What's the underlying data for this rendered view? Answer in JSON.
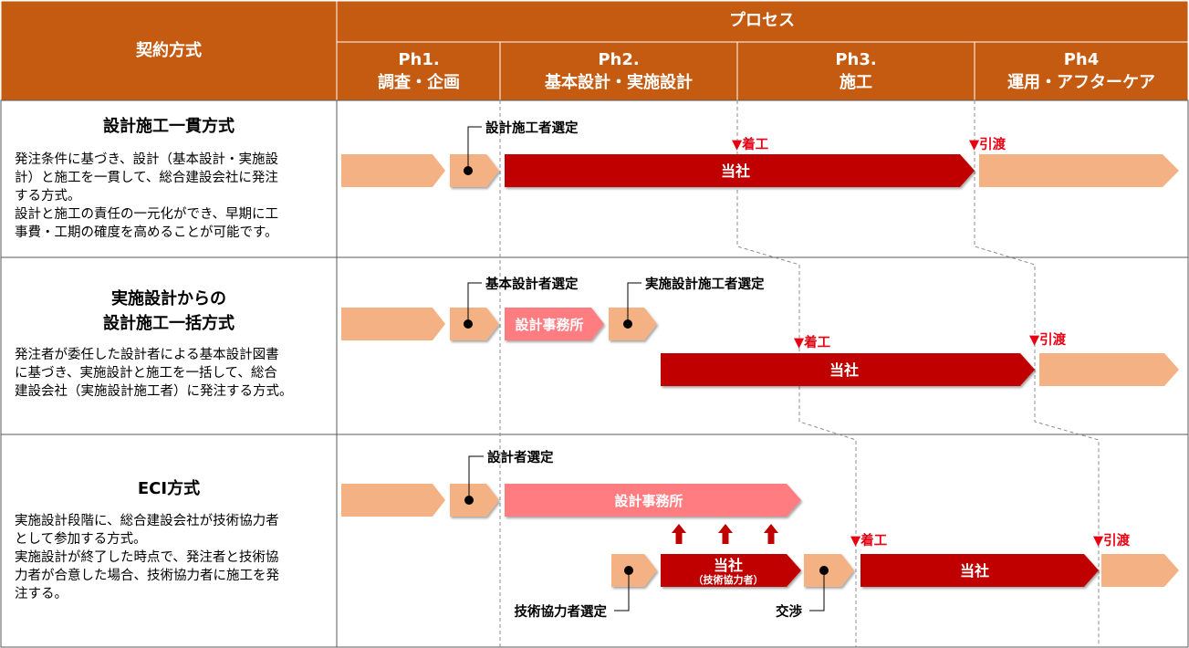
{
  "header": {
    "method_col": "契約方式",
    "process": "プロセス",
    "phases": [
      {
        "line1": "Ph1.",
        "line2": "調査・企画"
      },
      {
        "line1": "Ph2.",
        "line2": "基本設計・実施設計"
      },
      {
        "line1": "Ph3.",
        "line2": "施工"
      },
      {
        "line1": "Ph4",
        "line2": "運用・アフターケア"
      }
    ]
  },
  "rows": [
    {
      "title": [
        "設計施工一貫方式"
      ],
      "desc": [
        "発注条件に基づき、設計（基本設計・実施設",
        "計）と施工を一貫して、総合建設会社に発注",
        "する方式。",
        "設計と施工の責任の一元化ができ、早期に工",
        "事費・工期の確度を高めることが可能です。"
      ],
      "annotations": {
        "select": "設計施工者選定",
        "start": "▼着工",
        "handover": "▼引渡"
      },
      "bars": {
        "company": "当社"
      }
    },
    {
      "title": [
        "実施設計からの",
        "設計施工一括方式"
      ],
      "desc": [
        "発注者が委任した設計者による基本設計図書",
        "に基づき、実施設計と施工を一括して、総合",
        "建設会社（実施設計施工者）に発注する方式。"
      ],
      "annotations": {
        "select1": "基本設計者選定",
        "select2": "実施設計施工者選定",
        "start": "▼着工",
        "handover": "▼引渡"
      },
      "bars": {
        "office": "設計事務所",
        "company": "当社"
      }
    },
    {
      "title": [
        "ECI方式"
      ],
      "desc": [
        "実施設計段階に、総合建設会社が技術協力者",
        "として参加する方式。",
        "実施設計が終了した時点で、発注者と技術協",
        "力者が合意した場合、技術協力者に施工を発",
        "注する。"
      ],
      "annotations": {
        "select": "設計者選定",
        "tech_select": "技術協力者選定",
        "negotiation": "交渉",
        "start": "▼着工",
        "handover": "▼引渡"
      },
      "bars": {
        "office": "設計事務所",
        "company": "当社",
        "company_sub": "（技術協力者）",
        "company2": "当社"
      }
    }
  ],
  "colors": {
    "header": "#c55a11",
    "peach": "#f4b183",
    "darkred": "#c00000",
    "pink": "#ff7c80",
    "accent_red": "#e60012"
  }
}
